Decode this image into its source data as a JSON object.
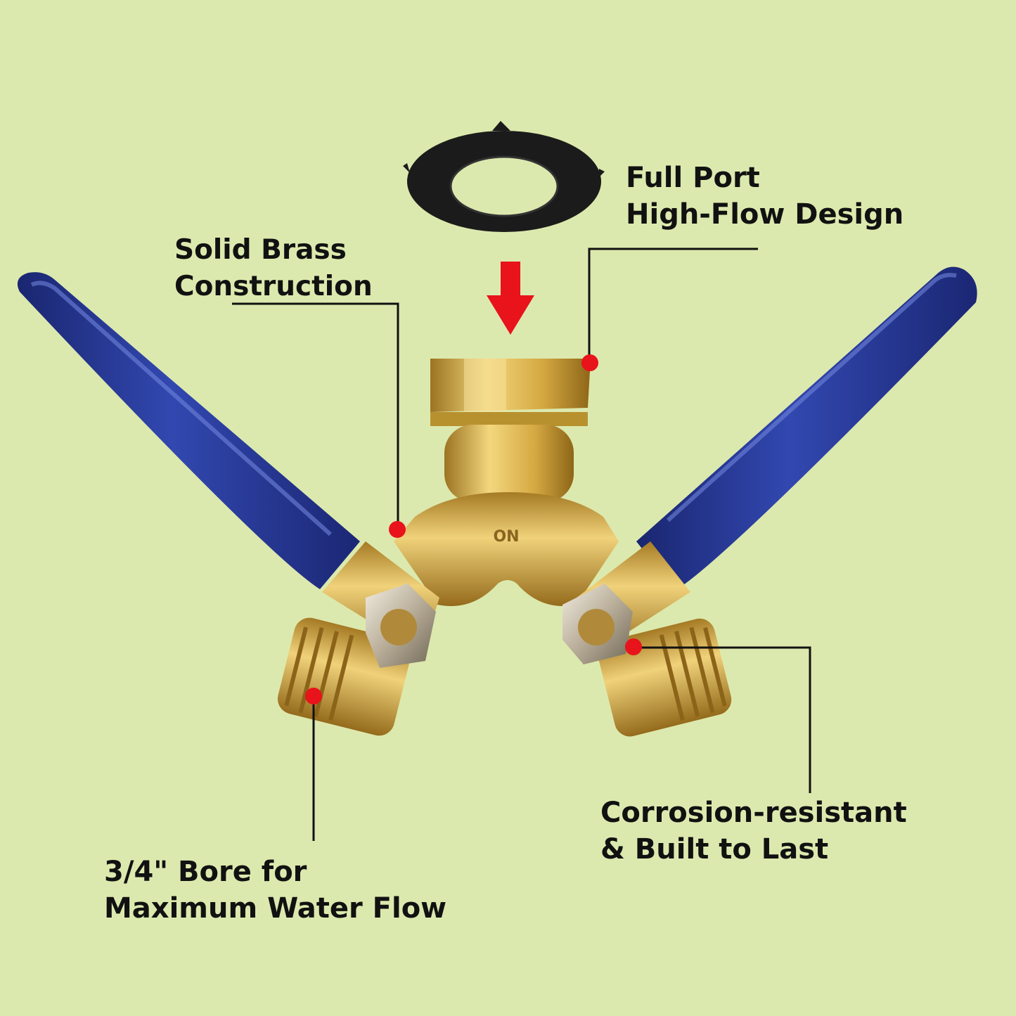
{
  "callouts": {
    "full_port": {
      "line1": "Full Port",
      "line2": "High-Flow Design"
    },
    "solid_brass": {
      "line1": "Solid Brass",
      "line2": "Construction"
    },
    "corrosion": {
      "line1": "Corrosion-resistant",
      "line2": "& Built to Last"
    },
    "bore": {
      "line1": "3/4\" Bore for",
      "line2": "Maximum Water Flow"
    }
  },
  "product_marking": "ON",
  "colors": {
    "background": "#dce9ae",
    "brass": "#d9b24a",
    "handle": "#25368f",
    "marker": "#e8131b",
    "gasket": "#1b1b1b"
  }
}
